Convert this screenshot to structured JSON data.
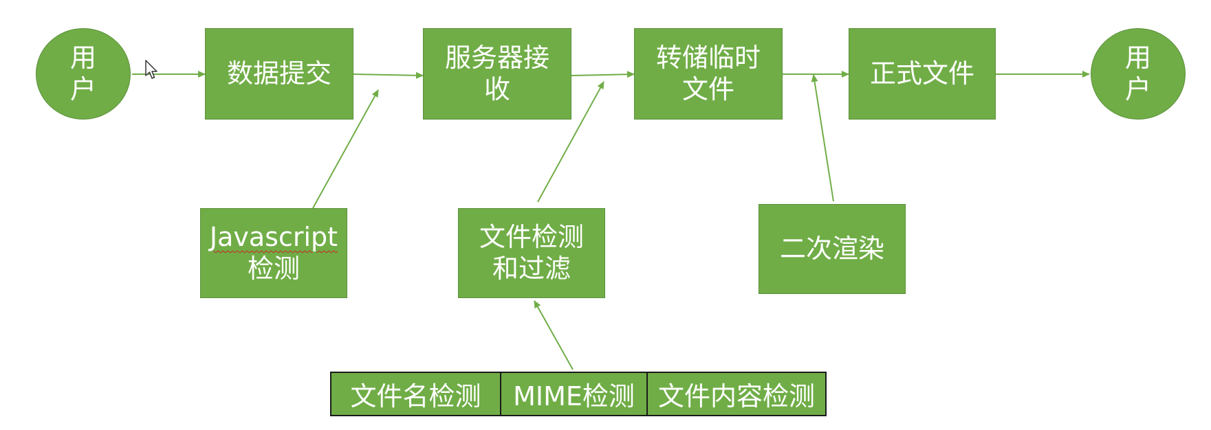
{
  "diagram": {
    "nodes": {
      "user_start": "用\n户",
      "data_submit": "数据提交",
      "server_receive": "服务器接\n收",
      "temp_store": "转储临时\n文件",
      "formal_file": "正式文件",
      "user_end": "用\n户",
      "js_check_word": "Javascript",
      "js_check_rest": "检测",
      "file_check_filter": "文件检测\n和过滤",
      "secondary_render": "二次渲染"
    },
    "sub_checks": [
      "文件名检测",
      "MIME检测",
      "文件内容检测"
    ],
    "colors": {
      "node_fill": "#70ad47",
      "node_border": "#5a8f38",
      "arrow": "#70ad47",
      "text": "#ffffff",
      "cell_border": "#1a1a1a"
    },
    "edges": [
      {
        "from": "用户",
        "to": "数据提交"
      },
      {
        "from": "数据提交",
        "to": "服务器接收"
      },
      {
        "from": "服务器接收",
        "to": "转储临时文件"
      },
      {
        "from": "转储临时文件",
        "to": "正式文件"
      },
      {
        "from": "正式文件",
        "to": "用户"
      },
      {
        "from": "Javascript检测",
        "to": "数据提交→服务器接收"
      },
      {
        "from": "文件检测和过滤",
        "to": "服务器接收→转储临时文件"
      },
      {
        "from": "二次渲染",
        "to": "转储临时文件→正式文件"
      },
      {
        "from": "检测组",
        "to": "文件检测和过滤"
      }
    ]
  }
}
